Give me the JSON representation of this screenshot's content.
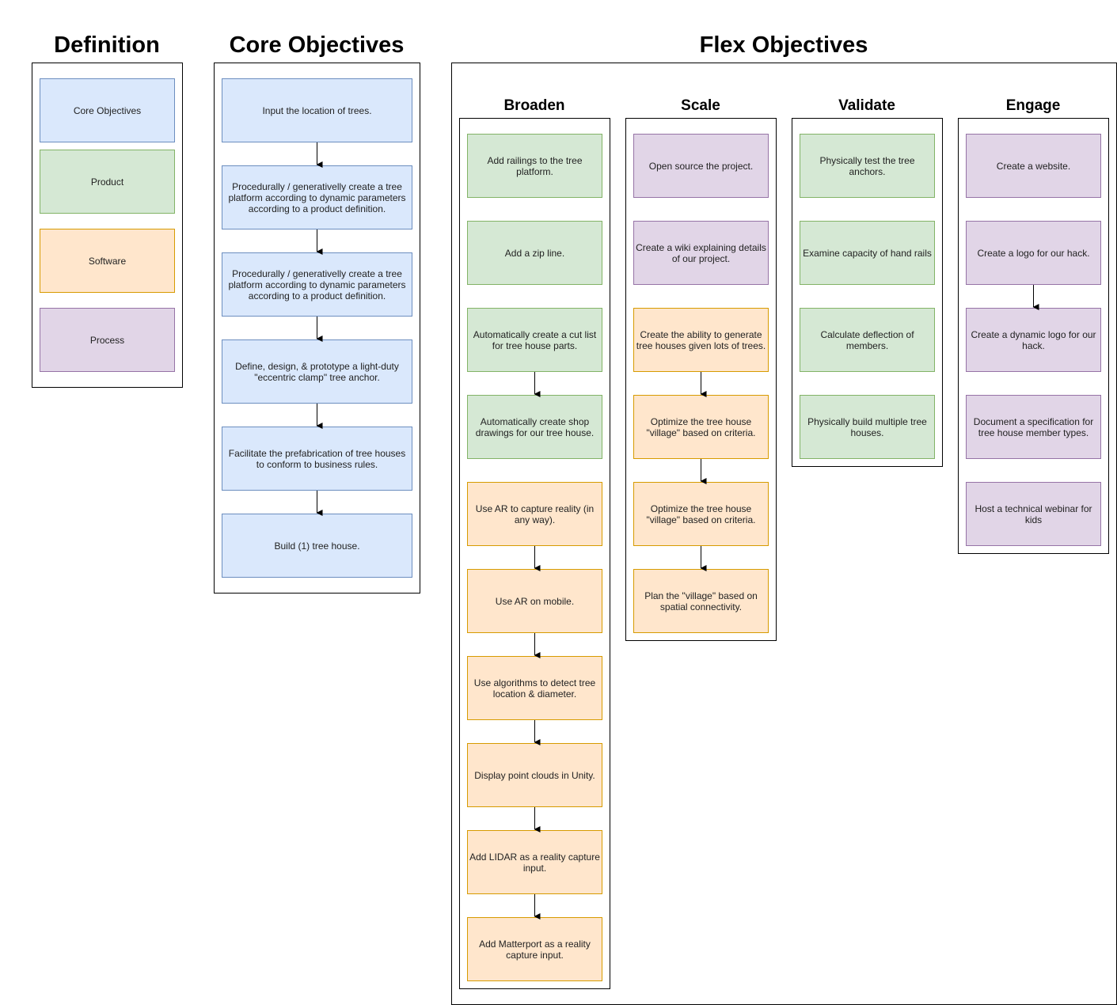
{
  "titles": {
    "definition": "Definition",
    "core": "Core Objectives",
    "flex": "Flex Objectives",
    "broaden": "Broaden",
    "scale": "Scale",
    "validate": "Validate",
    "engage": "Engage"
  },
  "legend": [
    "Core Objectives",
    "Product",
    "Software",
    "Process"
  ],
  "core": [
    "Input the location of trees.",
    "Procedurally / generativelly create a tree platform according to dynamic parameters according to a product definition.",
    "Procedurally / generativelly create a tree platform according to dynamic parameters according to a product definition.",
    "Define, design, & prototype a light-duty \"eccentric clamp\" tree anchor.",
    "Facilitate the prefabrication of tree houses to conform to business rules.",
    "Build (1) tree house."
  ],
  "broaden": [
    "Add railings to the tree platform.",
    "Add a zip line.",
    "Automatically create a cut list for tree house parts.",
    "Automatically create shop drawings for our tree house.",
    "Use AR to capture reality (in any way).",
    "Use AR on mobile.",
    "Use algorithms to detect tree location & diameter.",
    "Display point clouds in Unity.",
    "Add LIDAR as a reality capture input.",
    "Add Matterport as a reality capture input."
  ],
  "scale": [
    "Open source the project.",
    "Create a wiki explaining details of our project.",
    "Create the ability to generate tree houses given lots of trees.",
    "Optimize the tree house \"village\" based on criteria.",
    "Optimize the tree house \"village\" based on criteria.",
    "Plan the \"village\" based on spatial connectivity."
  ],
  "validate": [
    "Physically test the tree anchors.",
    "Examine capacity of hand rails",
    "Calculate deflection of members.",
    "Physically build multiple tree houses."
  ],
  "engage": [
    "Create a website.",
    "Create a logo for our hack.",
    "Create a dynamic logo for our hack.",
    "Document a specification for tree house member types.",
    "Host a technical webinar for kids"
  ],
  "colors": {
    "blue_fill": "#dae8fc",
    "blue_stroke": "#6c8ebf",
    "green_fill": "#d5e8d4",
    "green_stroke": "#82b366",
    "orange_fill": "#ffe6cc",
    "orange_stroke": "#d79b00",
    "purple_fill": "#e1d5e7",
    "purple_stroke": "#9673a6"
  }
}
